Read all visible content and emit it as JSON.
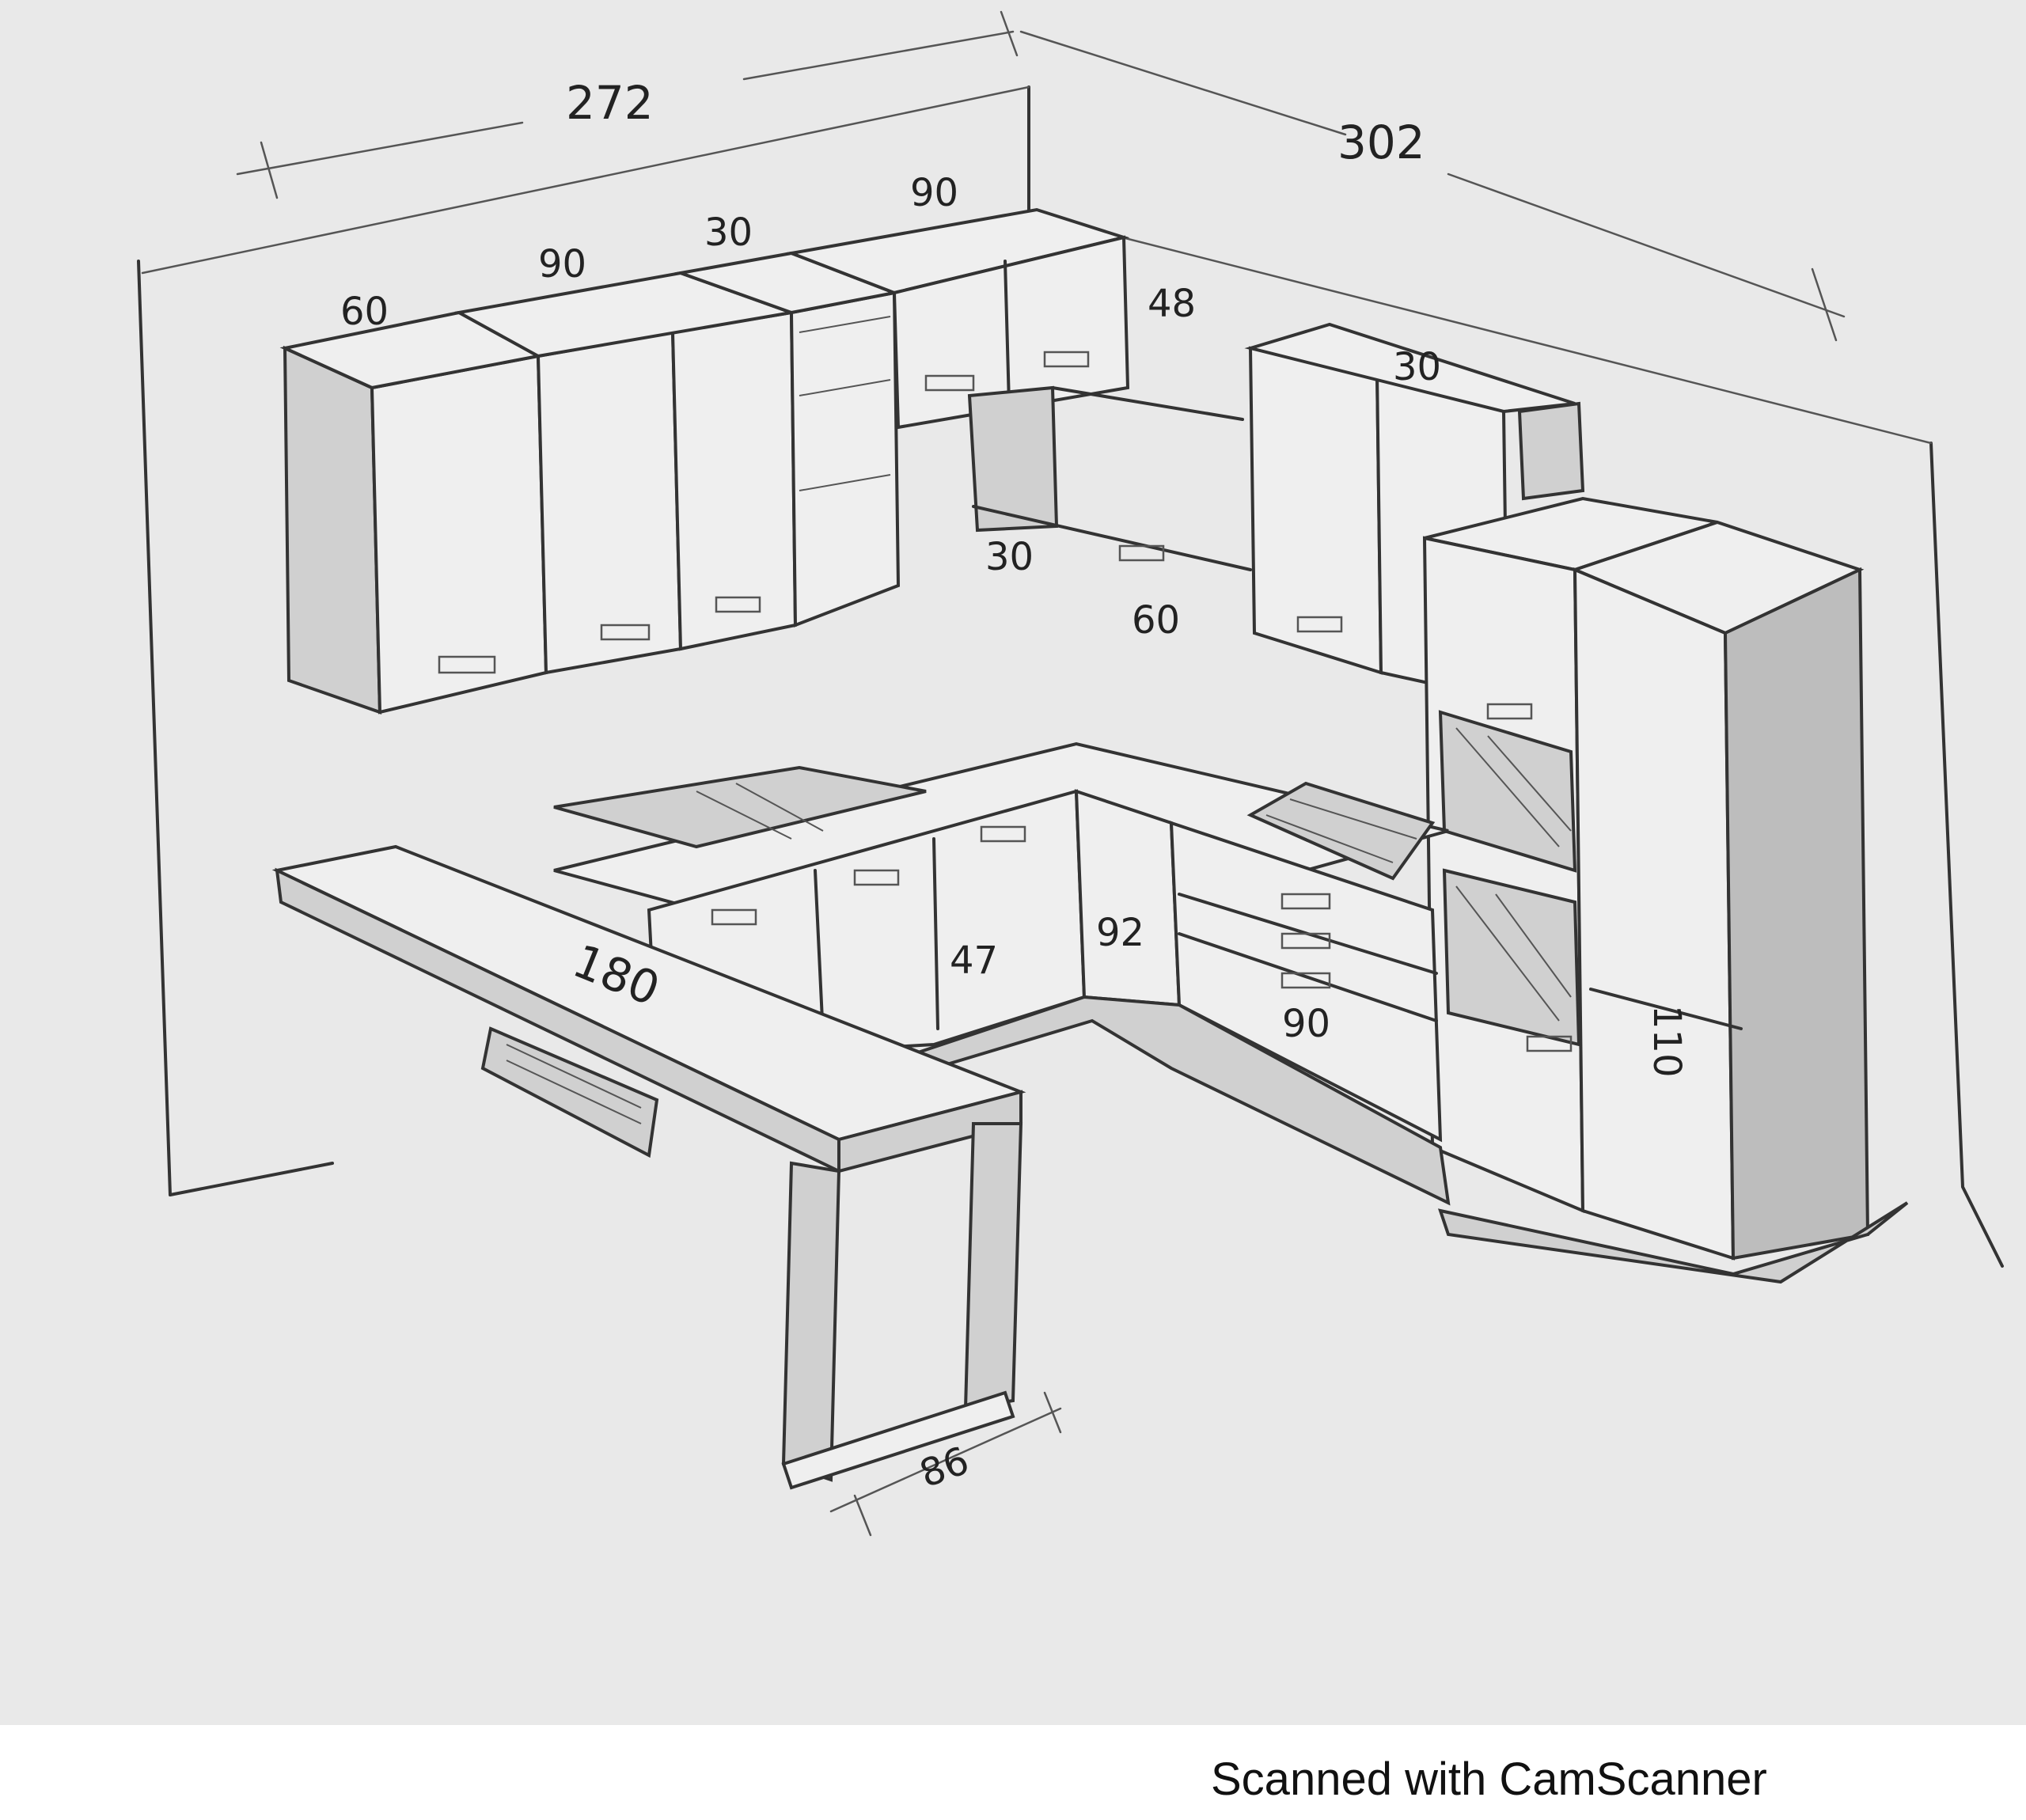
{
  "diagram": {
    "dimensions": {
      "upper_total_left": "272",
      "upper_total_right": "302",
      "upper_60": "60",
      "upper_90_a": "90",
      "upper_30": "30",
      "upper_90_b": "90",
      "corner_48": "48",
      "right_upper": "30",
      "shelf_30": "30",
      "depth_60": "60",
      "base_left_height": "47",
      "base_corner_height": "92",
      "base_right_width": "90",
      "tall_unit": "110",
      "bar_length": "180",
      "bar_depth": "86"
    }
  },
  "watermark": "Scanned with CamScanner"
}
